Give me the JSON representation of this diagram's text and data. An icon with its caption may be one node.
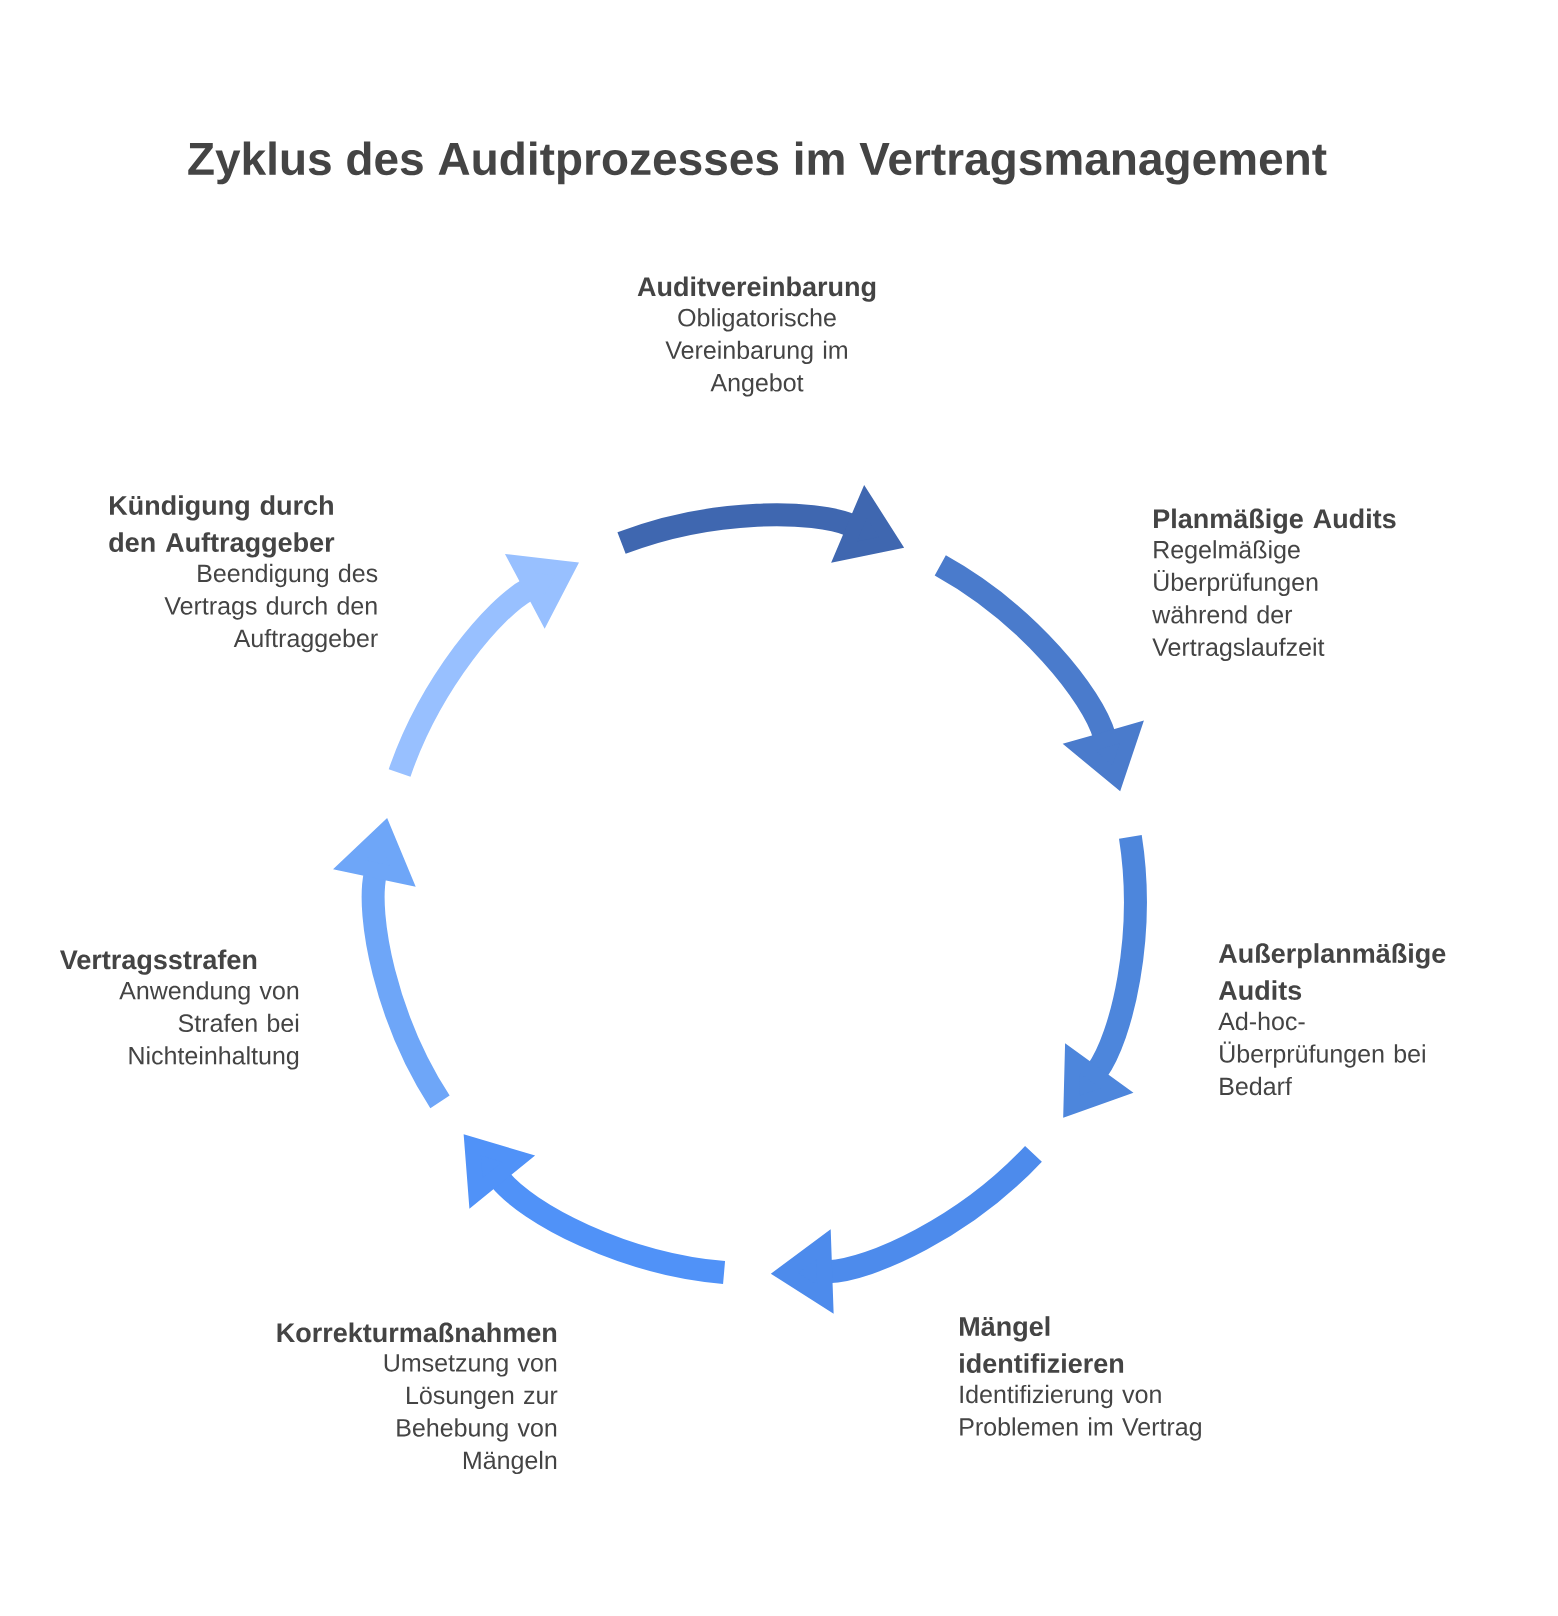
{
  "diagram": {
    "title": "Zyklus des Auditprozesses im Vertragsmanagement",
    "nodes": [
      {
        "text": [
          "Auditvereinbarung",
          "Obligatorische Vereinbarung im Angebot"
        ]
      },
      {
        "text": [
          "Planmäßige Audits",
          "Regelmäßige Überprüfungen während der Vertragslaufzeit"
        ]
      },
      {
        "text": [
          "Außerplanmäßige Audits",
          "Ad-hoc-Überprüfungen bei Bedarf"
        ]
      },
      {
        "text": [
          "Mängel identifizieren",
          "Identifizierung von Problemen im Vertrag"
        ]
      },
      {
        "text": [
          "Korrekturmaßnahmen",
          "Umsetzung von Lösungen zur Behebung von Mängeln"
        ]
      },
      {
        "text": [
          "Vertragsstrafen",
          "Anwendung von Strafen bei Nichteinhaltung"
        ]
      },
      {
        "text": [
          "Kündigung durch den Auftraggeber",
          "Beendigung des Vertrags durch den Auftraggeber"
        ]
      }
    ]
  }
}
